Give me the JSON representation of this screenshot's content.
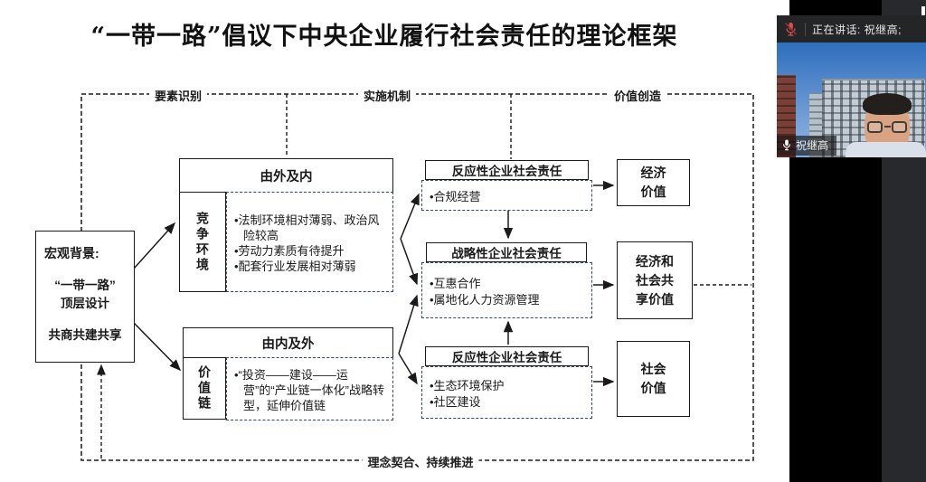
{
  "title": "“一带一路”倡议下中央企业履行社会责任的理论框架",
  "frame": {
    "top_labels": [
      "要素识别",
      "实施机制",
      "价值创造"
    ],
    "bottom_label": "理念契合、持续推进"
  },
  "macro_box": {
    "heading": "宏观背景:",
    "line1": "“一带一路”",
    "line2": "顶层设计",
    "line3": "共商共建共享"
  },
  "outside_in": {
    "header": "由外及内",
    "side": "竞争环境",
    "bullets": [
      "•法制环境相对薄弱、政治风险较高",
      "•劳动力素质有待提升",
      "•配套行业发展相对薄弱"
    ]
  },
  "inside_out": {
    "header": "由内及外",
    "side": "价值链",
    "bullets": [
      "•“投资——建设——运营”的“产业链一体化”战略转型，延伸价值链"
    ]
  },
  "csr_boxes": [
    {
      "header": "反应性企业社会责任",
      "bullets": [
        "•合规经营"
      ]
    },
    {
      "header": "战略性企业社会责任",
      "bullets": [
        "•互惠合作",
        "•属地化人力资源管理"
      ]
    },
    {
      "header": "反应性企业社会责任",
      "bullets": [
        "•生态环境保护",
        "•社区建设"
      ]
    }
  ],
  "value_boxes": [
    {
      "lines": [
        "经济",
        "价值"
      ]
    },
    {
      "lines": [
        "经济和",
        "社会共",
        "享价值"
      ]
    },
    {
      "lines": [
        "社会",
        "价值"
      ]
    }
  ],
  "meeting": {
    "banner_text": "正在讲话: 祝继高;",
    "name_tag": "祝继高"
  },
  "colors": {
    "line": "#1a1a1a",
    "dash_box": "#31456e",
    "banner_bg": "#232527",
    "muted_mic": "#d94f4f",
    "sky_top": "#2e6ebd",
    "sky_bottom": "#87acdd",
    "building_main": "#c3ccd3",
    "building_left": "#7b4038",
    "skin": "#d9a283",
    "panel_black": "#000000",
    "panel_gray": "#27292c"
  }
}
